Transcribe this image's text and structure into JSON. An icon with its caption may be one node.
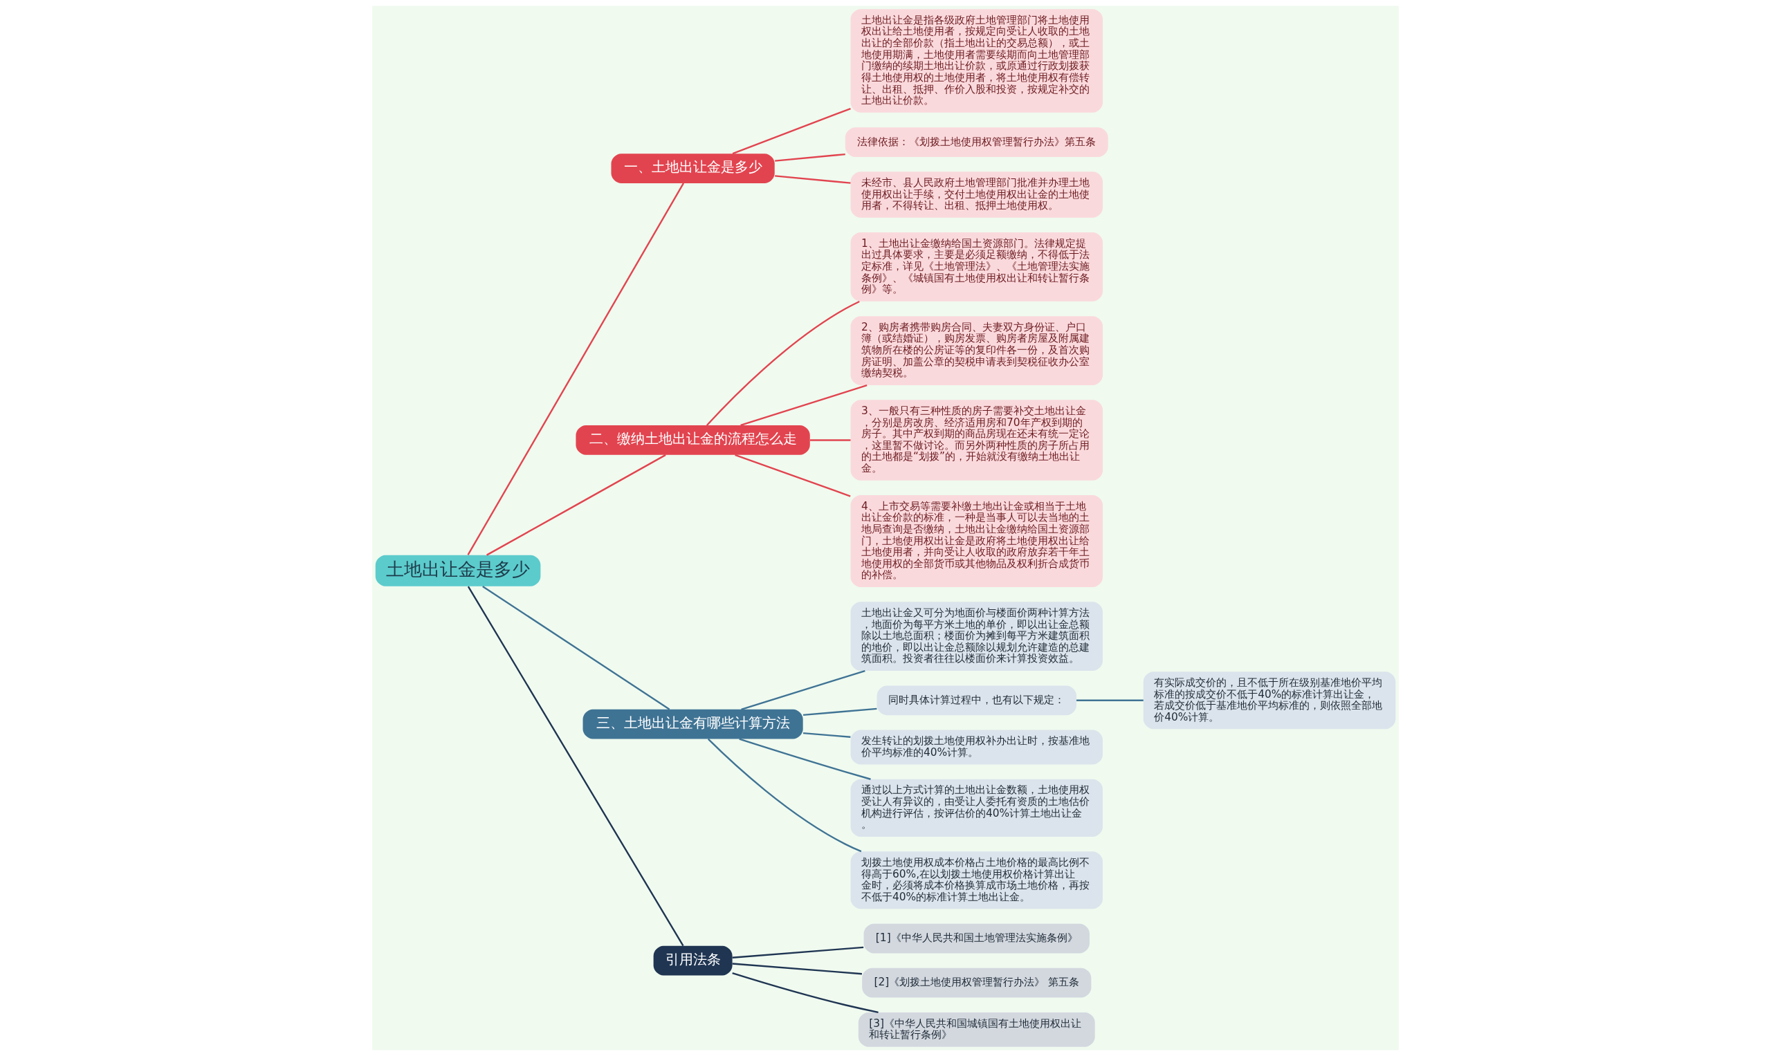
{
  "diagram": {
    "nodes": [
      {
        "text": [
          "土地出让金是多少"
        ]
      },
      {
        "text": [
          "一、土地出让金是多少"
        ]
      },
      {
        "text": [
          "土地出让金是指各级政府土地管理部门将土地使用权出让给土地使用者，按规定向受让人收取的土地出让的全部价款（指土地出让的交易总额），或土地使用期满，土地使用者需要续期而向土地管理部门缴纳的续期土地出让价款，或原通过行政划拨获得土地使用权的土地使用者，将土地使用权有偿转让、出租、抵押、作价入股和投资，按规定补交的土地出让价款。"
        ]
      },
      {
        "text": [
          "法律依据：《划拨土地使用权管理暂行办法》第五条"
        ]
      },
      {
        "text": [
          "未经市、县人民政府土地管理部门批准并办理土地使用权出让手续，交付土地使用权出让金的土地使用者，不得转让、出租、抵押土地使用权。"
        ]
      },
      {
        "text": [
          "二、缴纳土地出让金的流程怎么走"
        ]
      },
      {
        "text": [
          "1、土地出让金缴纳给国土资源部门。法律规定提出过具体要求，主要是必须足额缴纳，不得低于法定标准，详见《土地管理法》、《土地管理法实施条例》、《城镇国有土地使用权出让和转让暂行条例》等。"
        ]
      },
      {
        "text": [
          "2、购房者携带购房合同、夫妻双方身份证、户口簿（或结婚证），购房发票、购房者房屋及附属建筑物所在楼的公房证等的复印件各一份，及首次购房证明、加盖公章的契税申请表到契税征收办公室缴纳契税。"
        ]
      },
      {
        "text": [
          "3、一般只有三种性质的房子需要补交土地出让金，分别是房改房、经济适用房和70年产权到期的房子。其中产权到期的商品房现在还未有统一定论，这里暂不做讨论。而另外两种性质的房子所占用的土地都是“划拨”的，开始就没有缴纳土地出让金。"
        ]
      },
      {
        "text": [
          "4、上市交易等需要补缴土地出让金或相当于土地出让金价款的标准，一种是当事人可以去当地的土地局查询是否缴纳，土地出让金缴纳给国土资源部门，土地使用权出让金是政府将土地使用权出让给土地使用者，并向受让人收取的政府放弃若干年土地使用权的全部货币或其他物品及权利折合成货币的补偿。"
        ]
      },
      {
        "text": [
          "三、土地出让金有哪些计算方法"
        ]
      },
      {
        "text": [
          "土地出让金又可分为地面价与楼面价两种计算方法，地面价为每平方米土地的单价，即以出让金总额除以土地总面积；楼面价为摊到每平方米建筑面积的地价，即以出让金总额除以规划允许建造的总建筑面积。投资者往往以楼面价来计算投资效益。"
        ]
      },
      {
        "text": [
          "同时具体计算过程中，也有以下规定："
        ]
      },
      {
        "text": [
          "有实际成交价的，且不低于所在级别基准地价平均标准的按成交价不低于40%的标准计算出让金，若成交价低于基准地价平均标准的，则依照全部地价40%计算。"
        ]
      },
      {
        "text": [
          "发生转让的划拨土地使用权补办出让时，按基准地价平均标准的40%计算。"
        ]
      },
      {
        "text": [
          "通过以上方式计算的土地出让金数额，土地使用权受让人有异议的，由受让人委托有资质的土地估价机构进行评估，按评估价的40%计算土地出让金。"
        ]
      },
      {
        "text": [
          "划拨土地使用权成本价格占土地价格的最高比例不得高于60%,在以划拨土地使用权价格计算出让金时，必须将成本价格换算成市场土地价格，再按不低于40%的标准计算土地出让金。"
        ]
      },
      {
        "text": [
          "引用法条"
        ]
      },
      {
        "text": [
          "[1]《中华人民共和国土地管理法实施条例》"
        ]
      },
      {
        "text": [
          "[2]《划拨土地使用权管理暂行办法》 第五条"
        ]
      },
      {
        "text": [
          "[3]《中华人民共和国城镇国有土地使用权出让和转让暂行条例》"
        ]
      }
    ],
    "edges": [
      {
        "from": 0,
        "to": 1,
        "arrow": "none"
      },
      {
        "from": 1,
        "to": 2,
        "arrow": "none"
      },
      {
        "from": 1,
        "to": 3,
        "arrow": "none"
      },
      {
        "from": 1,
        "to": 4,
        "arrow": "none"
      },
      {
        "from": 0,
        "to": 5,
        "arrow": "none"
      },
      {
        "from": 5,
        "to": 6,
        "arrow": "none"
      },
      {
        "from": 5,
        "to": 7,
        "arrow": "none"
      },
      {
        "from": 5,
        "to": 8,
        "arrow": "none"
      },
      {
        "from": 5,
        "to": 9,
        "arrow": "none"
      },
      {
        "from": 0,
        "to": 10,
        "arrow": "none",
        "color": "#3f7394"
      },
      {
        "from": 10,
        "to": 11,
        "arrow": "none",
        "color": "#3f7394"
      },
      {
        "from": 10,
        "to": 12,
        "arrow": "none",
        "color": "#3f7394"
      },
      {
        "from": 12,
        "to": 13,
        "arrow": "none",
        "color": "#3f7394"
      },
      {
        "from": 10,
        "to": 14,
        "arrow": "none",
        "color": "#3f7394"
      },
      {
        "from": 10,
        "to": 15,
        "arrow": "none",
        "color": "#3f7394"
      },
      {
        "from": 10,
        "to": 16,
        "arrow": "none",
        "color": "#3f7394"
      },
      {
        "from": 0,
        "to": 17,
        "arrow": "none",
        "color": "#1f3552"
      },
      {
        "from": 17,
        "to": 18,
        "arrow": "none",
        "color": "#1f3552"
      },
      {
        "from": 17,
        "to": 19,
        "arrow": "none",
        "color": "#1f3552"
      },
      {
        "from": 17,
        "to": 20,
        "arrow": "none",
        "color": "#1f3552"
      }
    ]
  }
}
